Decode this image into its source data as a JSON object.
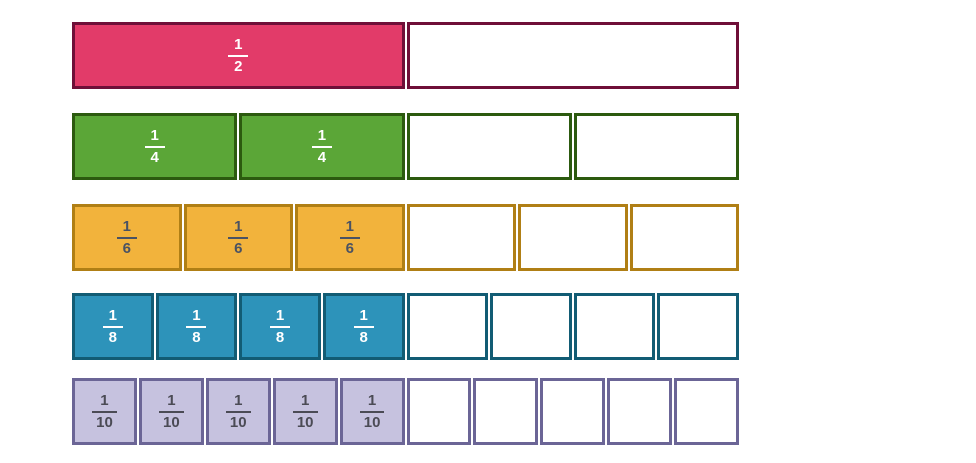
{
  "page": {
    "background": "#FFFFFF"
  },
  "fraction_wall": {
    "rows": [
      {
        "id": "halves",
        "total_segments": 2,
        "filled_segments": 1,
        "segment_label": {
          "numerator": "1",
          "denominator": "2"
        },
        "colors": {
          "fill": "#E23B69",
          "border": "#6F0F38",
          "label_text": "#FFFFFF",
          "empty_fill": "#FFFFFF"
        }
      },
      {
        "id": "quarters",
        "total_segments": 4,
        "filled_segments": 2,
        "segment_label": {
          "numerator": "1",
          "denominator": "4"
        },
        "colors": {
          "fill": "#5BA637",
          "border": "#2C5A0F",
          "label_text": "#FFFFFF",
          "empty_fill": "#FFFFFF"
        }
      },
      {
        "id": "sixths",
        "total_segments": 6,
        "filled_segments": 3,
        "segment_label": {
          "numerator": "1",
          "denominator": "6"
        },
        "colors": {
          "fill": "#F2B33C",
          "border": "#B07F15",
          "label_text": "#4A5263",
          "empty_fill": "#FFFFFF"
        }
      },
      {
        "id": "eighths",
        "total_segments": 8,
        "filled_segments": 4,
        "segment_label": {
          "numerator": "1",
          "denominator": "8"
        },
        "colors": {
          "fill": "#2D93BA",
          "border": "#125C74",
          "label_text": "#FFFFFF",
          "empty_fill": "#FFFFFF"
        }
      },
      {
        "id": "tenths",
        "total_segments": 10,
        "filled_segments": 5,
        "segment_label": {
          "numerator": "1",
          "denominator": "10"
        },
        "colors": {
          "fill": "#C6C2DF",
          "border": "#6B6596",
          "label_text": "#4B4B55",
          "empty_fill": "#FFFFFF"
        }
      }
    ]
  }
}
